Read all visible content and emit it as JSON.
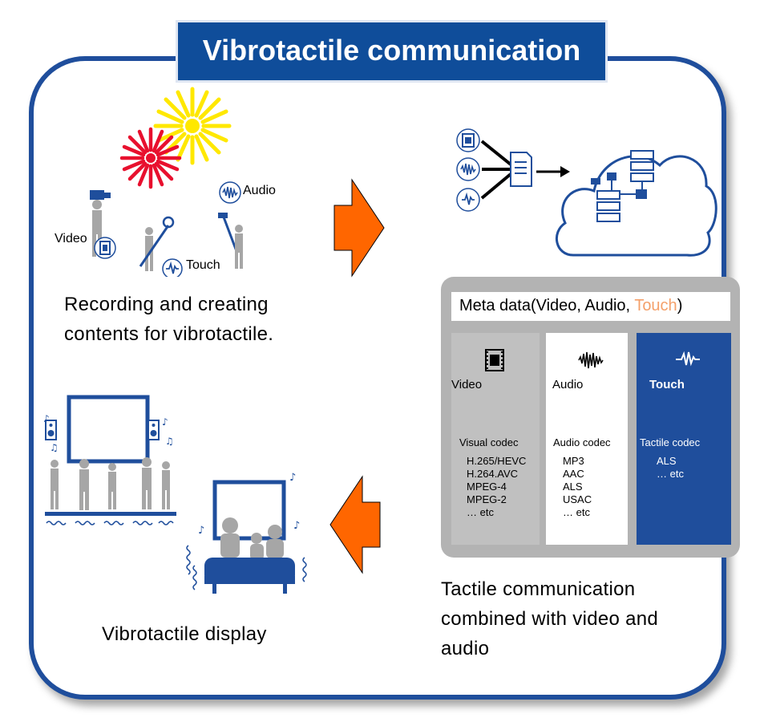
{
  "title": "Vibrotactile communication",
  "recording": {
    "caption_line1": "Recording and creating",
    "caption_line2": "contents for vibrotactile.",
    "labels": {
      "video": "Video",
      "audio": "Audio",
      "touch": "Touch"
    }
  },
  "meta": {
    "title_prefix": "Meta data(Video, Audio, ",
    "title_touch": "Touch",
    "title_suffix": ")",
    "columns": [
      {
        "label": "Video",
        "codec_title": "Visual codec",
        "codecs": [
          "H.265/HEVC",
          "H.264.AVC",
          "MPEG-4",
          "MPEG-2",
          "… etc"
        ]
      },
      {
        "label": "Audio",
        "codec_title": "Audio codec",
        "codecs": [
          "MP3",
          "AAC",
          "ALS",
          "USAC",
          "… etc"
        ]
      },
      {
        "label": "Touch",
        "codec_title": "Tactile codec",
        "codecs": [
          "ALS",
          "… etc"
        ]
      }
    ]
  },
  "tactile_caption": {
    "line1": "Tactile communication",
    "line2": "combined with video and",
    "line3": "audio"
  },
  "display_caption": "Vibrotactile display",
  "colors": {
    "blue": "#1f4e9c",
    "orange": "#ff6600",
    "gray": "#a6a6a6",
    "firework_yellow": "#ffe800",
    "firework_red": "#e8102e"
  }
}
